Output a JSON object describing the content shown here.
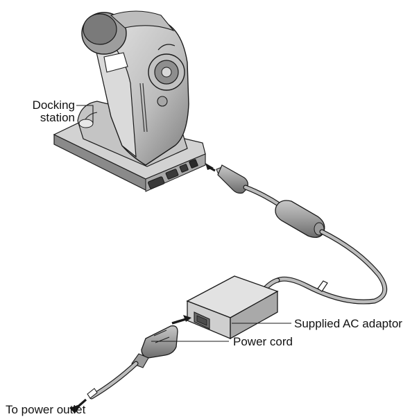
{
  "labels": {
    "docking_station": [
      "Docking",
      "station"
    ],
    "ac_adaptor": "Supplied AC adaptor",
    "power_cord": "Power cord",
    "power_outlet": "To power outlet"
  },
  "colors": {
    "line": "#1a1a1a",
    "body_light": "#d9d9d9",
    "body_mid": "#bdbdbd",
    "body_dark": "#8a8a8a",
    "body_shadow": "#5e5e5e",
    "face": "#f0f0f0"
  }
}
